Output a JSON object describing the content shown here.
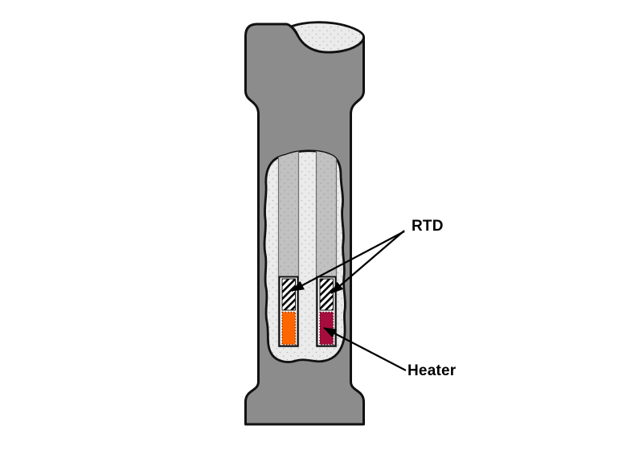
{
  "diagram": {
    "kind": "thermal-probe-cutaway-illustration",
    "labels": {
      "rtd": "RTD",
      "heater": "Heater"
    },
    "colors": {
      "background": "#FFFFFF",
      "body": "#8C8C8C",
      "surface": "#EBEBEB",
      "surface_dots": "#B9B9B9",
      "channel": "#C1C1C1",
      "channel_dots": "#A2A2A2",
      "outline": "#111111",
      "hatch_bg": "#FFFFFF",
      "hatch_stripe": "#000000",
      "well_fill": "#FFFFFF",
      "orange_element": "#FF6600",
      "heater_element": "#A60C3C",
      "annotation_line": "#000000"
    }
  }
}
